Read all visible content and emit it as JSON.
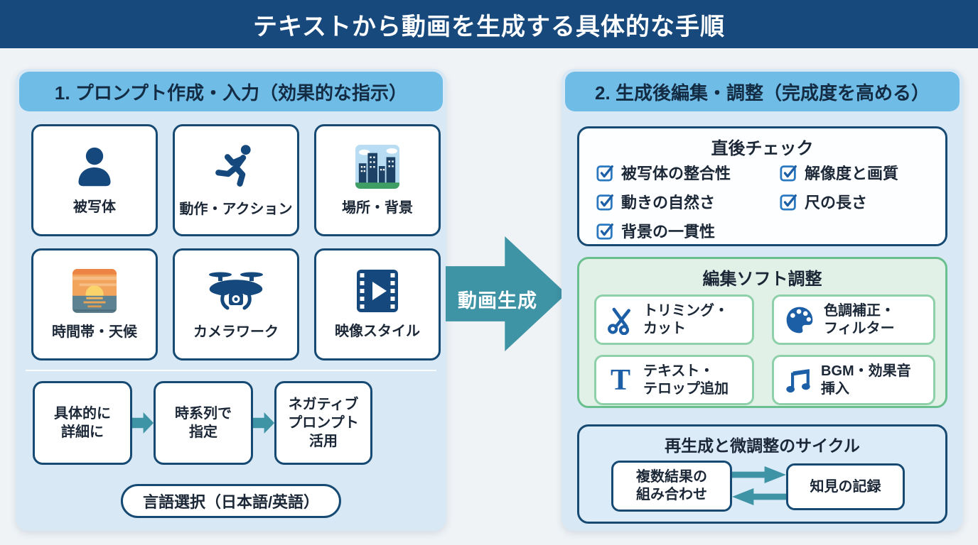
{
  "title": "テキストから動画を生成する具体的な手順",
  "colors": {
    "header_bg": "#17497c",
    "panel_bg": "#d8e8f5",
    "panel_head_bg": "#6fbce7",
    "box_border_navy": "#164a73",
    "icon_navy": "#15497e",
    "icon_blue": "#1d5fa6",
    "teal_arrow": "#3e93a4",
    "green_section_bg": "#e2f1e7",
    "green_border": "#69bf8d"
  },
  "left_panel": {
    "header": "1. プロンプト作成・入力（効果的な指示）",
    "element_cards": [
      {
        "label": "被写体",
        "icon": "person-icon"
      },
      {
        "label": "動作・アクション",
        "icon": "runner-icon"
      },
      {
        "label": "場所・背景",
        "icon": "cityscape-icon"
      },
      {
        "label": "時間帯・天候",
        "icon": "sunset-icon"
      },
      {
        "label": "カメラワーク",
        "icon": "drone-icon"
      },
      {
        "label": "映像スタイル",
        "icon": "film-icon"
      }
    ],
    "tips_flow": [
      {
        "label": "具体的に\n詳細に"
      },
      {
        "label": "時系列で\n指定"
      },
      {
        "label": "ネガティブ\nプロンプト\n活用"
      }
    ],
    "language_pill": "言語選択（日本語/英語）"
  },
  "center_arrow": {
    "label": "動画生成"
  },
  "right_panel": {
    "header": "2. 生成後編集・調整（完成度を高める）",
    "check_section": {
      "title": "直後チェック",
      "items_left": [
        "被写体の整合性",
        "動きの自然さ",
        "背景の一貫性"
      ],
      "items_right": [
        "解像度と画質",
        "尺の長さ"
      ]
    },
    "edit_section": {
      "title": "編集ソフト調整",
      "tools": [
        {
          "label": "トリミング・\nカット",
          "icon": "scissors-icon"
        },
        {
          "label": "色調補正・\nフィルター",
          "icon": "palette-icon"
        },
        {
          "label": "テキスト・\nテロップ追加",
          "icon": "text-tool-icon",
          "glyph": "T"
        },
        {
          "label": "BGM・効果音\n挿入",
          "icon": "music-note-icon"
        }
      ]
    },
    "cycle_section": {
      "title": "再生成と微調整のサイクル",
      "left_label": "複数結果の\n組み合わせ",
      "right_label": "知見の記録"
    }
  }
}
